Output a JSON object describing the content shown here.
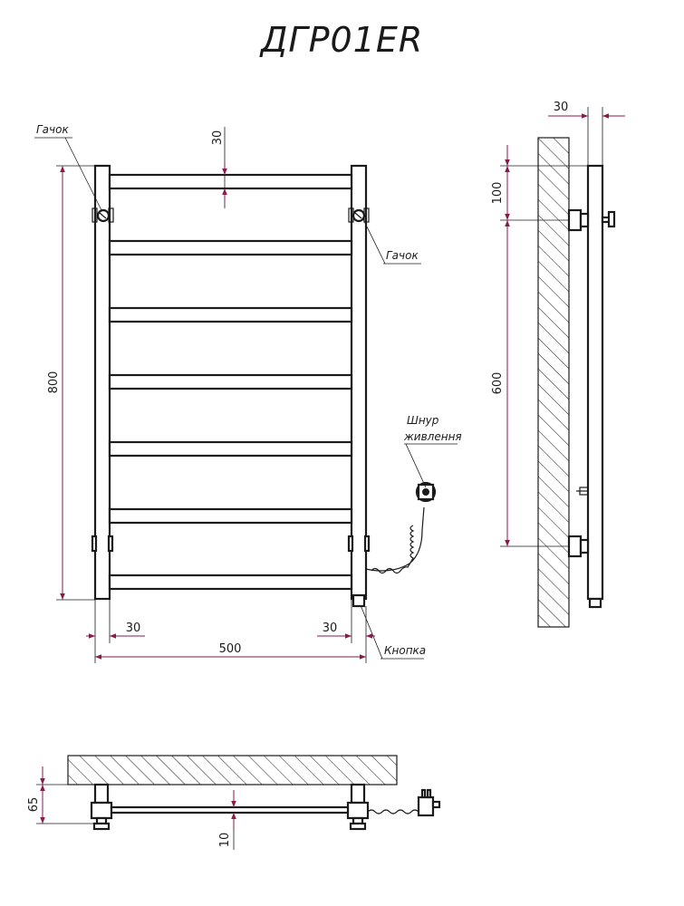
{
  "title": "ДГР01ER",
  "labels": {
    "hook_left": "Гачок",
    "hook_right": "Гачок",
    "cord_line1": "Шнур",
    "cord_line2": "живлення",
    "button": "Кнопка"
  },
  "dimensions": {
    "front_top_gap": "30",
    "front_height": "800",
    "front_left_post": "30",
    "front_right_post": "30",
    "front_width": "500",
    "side_offset": "30",
    "side_top": "100",
    "side_mount": "600",
    "top_depth": "65",
    "top_bar": "10"
  }
}
